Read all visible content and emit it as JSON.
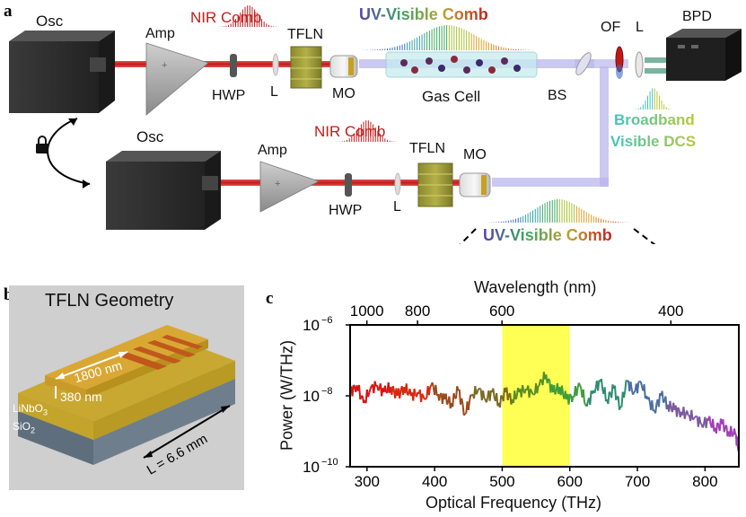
{
  "panel_a": {
    "letter": "a",
    "osc_top": "Osc",
    "osc_bottom": "Osc",
    "amp_top": "Amp",
    "amp_bottom": "Amp",
    "hwp_top": "HWP",
    "hwp_bottom": "HWP",
    "l_top": "L",
    "l_bottom": "L",
    "l_right": "L",
    "tfln_top": "TFLN",
    "tfln_bottom": "TFLN",
    "mo_top": "MO",
    "mo_bottom": "MO",
    "nir_comb_top": "NIR Comb",
    "nir_comb_bottom": "NIR Comb",
    "uv_comb_top": "UV-Visible Comb",
    "uv_comb_bottom": "UV-Visible Comb",
    "gas_cell": "Gas Cell",
    "bs": "BS",
    "of": "OF",
    "bpd": "BPD",
    "dcs_line1": "Broadband",
    "dcs_line2": "Visible DCS",
    "lock_icon": "lock-icon"
  },
  "panel_b": {
    "letter": "b",
    "title": "TFLN Geometry",
    "width": "1800 nm",
    "thickness": "380 nm",
    "material_film": "LiNbO",
    "material_film_sub": "3",
    "material_sub": "SiO",
    "material_sub_sub": "2",
    "length": "L = 6.6 mm"
  },
  "panel_c": {
    "letter": "c",
    "top_axis_label": "Wavelength (nm)",
    "top_ticks": [
      "1000",
      "800",
      "600",
      "400"
    ],
    "y_axis_label": "Power (W/THz)",
    "x_axis_label": "Optical Frequency (THz)",
    "y_ticks_base": [
      "10",
      "10",
      "10"
    ],
    "y_ticks_exp": [
      "−6",
      "−8",
      "−10"
    ],
    "x_ticks": [
      "300",
      "400",
      "500",
      "600",
      "700",
      "800"
    ]
  },
  "chart_data": {
    "type": "line",
    "xlabel": "Optical Frequency (THz)",
    "ylabel": "Power (W/THz)",
    "x2label": "Wavelength (nm)",
    "xlim": [
      275,
      850
    ],
    "ylim": [
      -10,
      -6
    ],
    "yscale": "log",
    "highlight_band": [
      500,
      600
    ],
    "highlight_color": "#ffff55",
    "series": [
      {
        "x": [
          275,
          285,
          295,
          305,
          315,
          325,
          335,
          345,
          355,
          365,
          375,
          385,
          395,
          405,
          415,
          425,
          435,
          445,
          455,
          465,
          475,
          485,
          495,
          505,
          515,
          525,
          535,
          545,
          555,
          565,
          575,
          585,
          595,
          605,
          615,
          625,
          635,
          645,
          655,
          665,
          675,
          685,
          695,
          705,
          715,
          725,
          735,
          745,
          755,
          765,
          775,
          785,
          795,
          805,
          815,
          825,
          835,
          845,
          850
        ],
        "y": [
          -7.9,
          -7.7,
          -8.2,
          -7.8,
          -7.7,
          -7.9,
          -7.75,
          -8.0,
          -7.75,
          -8.0,
          -7.9,
          -8.1,
          -7.7,
          -7.95,
          -8.1,
          -8.2,
          -7.85,
          -8.5,
          -8.0,
          -7.8,
          -8.1,
          -7.9,
          -8.2,
          -7.9,
          -8.1,
          -7.9,
          -7.8,
          -7.95,
          -7.7,
          -7.4,
          -7.9,
          -7.75,
          -8.1,
          -8.0,
          -7.7,
          -8.3,
          -7.85,
          -7.6,
          -8.1,
          -7.8,
          -8.3,
          -7.6,
          -7.9,
          -7.6,
          -8.1,
          -8.4,
          -8.0,
          -8.25,
          -8.4,
          -8.45,
          -8.55,
          -8.6,
          -8.8,
          -8.7,
          -8.9,
          -8.8,
          -9.0,
          -9.1,
          -9.5
        ]
      }
    ],
    "color_gradient": [
      "#d81414",
      "#d42a10",
      "#9c4a1c",
      "#7d6a20",
      "#5a8d26",
      "#3f9c3a",
      "#2f8d6e",
      "#4b6fa0",
      "#7a5aa0",
      "#a13fb8"
    ]
  }
}
